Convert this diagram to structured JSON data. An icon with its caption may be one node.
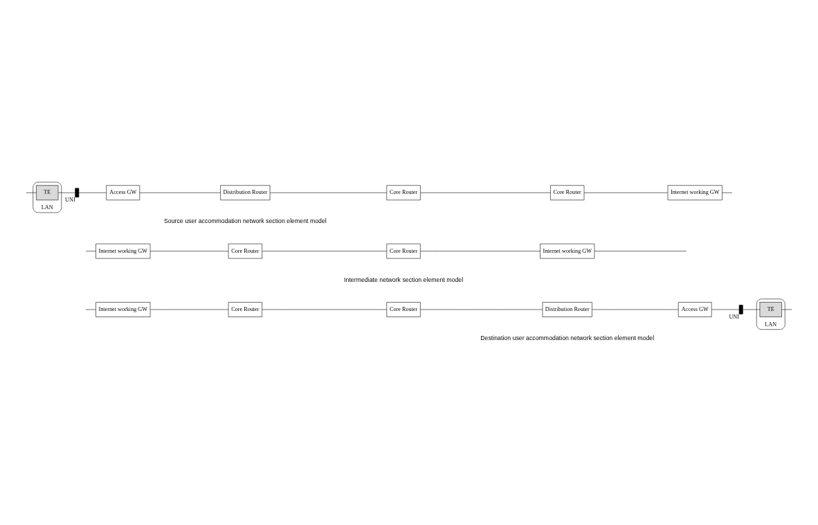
{
  "diagram": {
    "nodes": [
      {
        "text": [
          "LAN"
        ]
      },
      {
        "text": [
          "TE"
        ],
        "in": 0
      },
      {
        "text": [],
        "shape": "bar",
        "beside": [
          "UNI"
        ]
      },
      {
        "text": [
          "Access GW"
        ]
      },
      {
        "text": [
          "Distribution Router"
        ]
      },
      {
        "text": [
          "Core Router"
        ]
      },
      {
        "text": [
          "Core Router"
        ]
      },
      {
        "text": [
          "Internet working GW"
        ]
      },
      {
        "text": [
          "Internet working GW"
        ]
      },
      {
        "text": [
          "Core Router"
        ]
      },
      {
        "text": [
          "Core Router"
        ]
      },
      {
        "text": [
          "Internet working GW"
        ]
      },
      {
        "text": [
          "Internet working GW"
        ]
      },
      {
        "text": [
          "Core Router"
        ]
      },
      {
        "text": [
          "Core Router"
        ]
      },
      {
        "text": [
          "Distribution Router"
        ]
      },
      {
        "text": [
          "Access GW"
        ]
      },
      {
        "text": [],
        "shape": "bar",
        "beside": [
          "UNI"
        ]
      },
      {
        "text": [
          "LAN"
        ]
      },
      {
        "text": [
          "TE"
        ],
        "in": 18
      }
    ],
    "edges": [
      {
        "from": null,
        "to": 1,
        "arrow": "none"
      },
      {
        "from": 1,
        "to": 2,
        "arrow": "none"
      },
      {
        "from": 2,
        "to": 3,
        "arrow": "none"
      },
      {
        "from": 3,
        "to": 4,
        "arrow": "none"
      },
      {
        "from": 4,
        "to": 5,
        "arrow": "none"
      },
      {
        "from": 5,
        "to": 6,
        "arrow": "none"
      },
      {
        "from": 6,
        "to": 7,
        "arrow": "none"
      },
      {
        "from": 7,
        "to": null,
        "arrow": "none"
      },
      {
        "from": null,
        "to": 8,
        "arrow": "none"
      },
      {
        "from": 8,
        "to": 9,
        "arrow": "none"
      },
      {
        "from": 9,
        "to": 10,
        "arrow": "none"
      },
      {
        "from": 10,
        "to": 11,
        "arrow": "none"
      },
      {
        "from": 11,
        "to": null,
        "arrow": "none"
      },
      {
        "from": null,
        "to": 12,
        "arrow": "none"
      },
      {
        "from": 12,
        "to": 13,
        "arrow": "none"
      },
      {
        "from": 13,
        "to": 14,
        "arrow": "none"
      },
      {
        "from": 14,
        "to": 15,
        "arrow": "none"
      },
      {
        "from": 15,
        "to": 16,
        "arrow": "none"
      },
      {
        "from": 16,
        "to": 17,
        "arrow": "none"
      },
      {
        "from": 17,
        "to": 19,
        "arrow": "none"
      },
      {
        "from": 19,
        "to": null,
        "arrow": "none"
      }
    ],
    "labels": [
      "Source user accommodation network section element model",
      "Intermediate network section element model",
      "Destination user accommodation network section element model"
    ]
  }
}
